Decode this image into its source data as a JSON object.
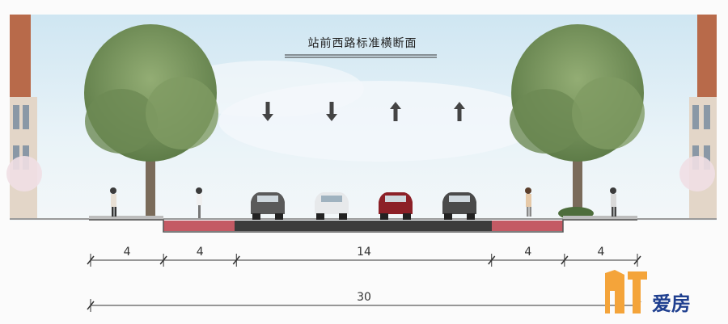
{
  "title": "站前西路标准横断面",
  "segments": [
    {
      "label": "4",
      "width": 4,
      "kind": "sidewalk"
    },
    {
      "label": "4",
      "width": 4,
      "kind": "bike-lane"
    },
    {
      "label": "14",
      "width": 14,
      "kind": "carriageway"
    },
    {
      "label": "4",
      "width": 4,
      "kind": "bike-lane"
    },
    {
      "label": "4",
      "width": 4,
      "kind": "sidewalk"
    }
  ],
  "total": {
    "label": "30",
    "width": 30
  },
  "lane_directions": [
    "down",
    "down",
    "up",
    "up"
  ],
  "logo": {
    "text": "爱房"
  },
  "colors": {
    "sky": "#d8ebf4",
    "asphalt": "#3c3c3c",
    "bike_lane": "#c45a64",
    "sidewalk": "#bdbdbd",
    "tree": "#6f8e56",
    "building": "#b86a4a",
    "logo_orange": "#f4a43a",
    "logo_blue": "#1f3f8f"
  }
}
